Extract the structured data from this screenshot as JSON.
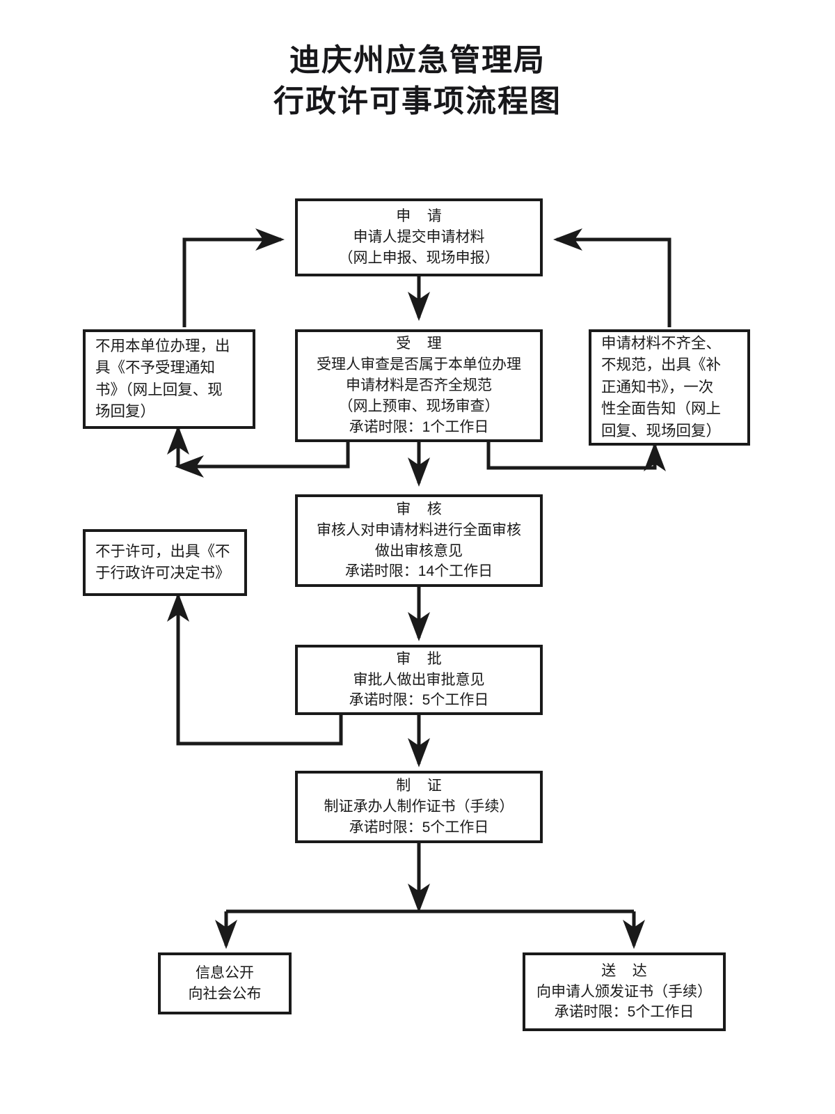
{
  "title": {
    "line1": "迪庆州应急管理局",
    "line2": "行政许可事项流程图"
  },
  "nodes": {
    "apply": {
      "name": "申请",
      "lines": [
        "申  请",
        "申请人提交申请材料",
        "（网上申报、现场申报）"
      ]
    },
    "accept": {
      "name": "受理",
      "lines": [
        "受  理",
        "受理人审查是否属于本单位办理",
        "申请材料是否齐全规范",
        "（网上预审、现场审查）",
        "承诺时限：1个工作日"
      ]
    },
    "reject_unit": {
      "name": "不予受理",
      "lines": [
        "不用本单位办理，出",
        "具《不予受理通知",
        "书》（网上回复、现",
        "场回复）"
      ]
    },
    "supplement": {
      "name": "补正通知",
      "lines": [
        "申请材料不齐全、",
        "不规范，出具《补",
        "正通知书》，一次",
        "性全面告知（网上",
        "回复、现场回复）"
      ]
    },
    "review": {
      "name": "审核",
      "lines": [
        "审  核",
        "审核人对申请材料进行全面审核",
        "做出审核意见",
        "承诺时限：14个工作日"
      ]
    },
    "not_permitted": {
      "name": "不予许可",
      "lines": [
        "不于许可，出具《不",
        "于行政许可决定书》"
      ]
    },
    "approve": {
      "name": "审批",
      "lines": [
        "审  批",
        "审批人做出审批意见",
        "承诺时限：5个工作日"
      ]
    },
    "certify": {
      "name": "制证",
      "lines": [
        "制  证",
        "制证承办人制作证书（手续）",
        "承诺时限：5个工作日"
      ]
    },
    "publish": {
      "name": "信息公开",
      "lines": [
        "信息公开",
        "向社会公布"
      ]
    },
    "deliver": {
      "name": "送达",
      "lines": [
        "送  达",
        "向申请人颁发证书（手续）",
        "承诺时限：5个工作日"
      ]
    }
  },
  "colors": {
    "ink": "#1a1a1a",
    "paper": "#ffffff"
  },
  "flow_edges": [
    {
      "from": "apply",
      "to": "accept",
      "label": ""
    },
    {
      "from": "accept",
      "to": "reject_unit",
      "label": ""
    },
    {
      "from": "accept",
      "to": "supplement",
      "label": ""
    },
    {
      "from": "supplement",
      "to": "apply",
      "label": ""
    },
    {
      "from": "reject_unit",
      "to": "apply",
      "label": ""
    },
    {
      "from": "accept",
      "to": "review",
      "label": ""
    },
    {
      "from": "review",
      "to": "approve",
      "label": ""
    },
    {
      "from": "approve",
      "to": "not_permitted",
      "label": ""
    },
    {
      "from": "approve",
      "to": "certify",
      "label": ""
    },
    {
      "from": "certify",
      "to": "publish",
      "label": ""
    },
    {
      "from": "certify",
      "to": "deliver",
      "label": ""
    }
  ]
}
